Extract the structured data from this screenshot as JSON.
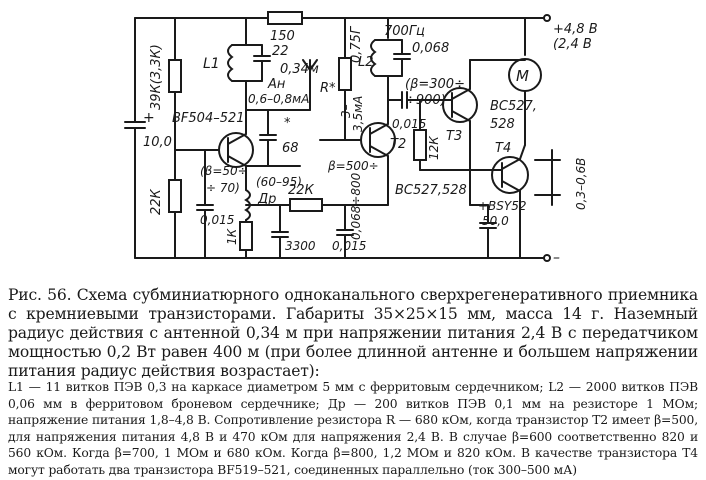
{
  "figure": {
    "labels": {
      "l1": "L1",
      "c22": "22",
      "r150": "150",
      "c700": "700Гц",
      "c0068": "0,068",
      "vplus": "+4,8 В",
      "vplus2": "(2,4 В",
      "ant": "0,34м",
      "an": "Ан",
      "rstar": "R*",
      "r075": "0,75Г",
      "l2": "L2",
      "beta300": "(β=300÷",
      "beta900": "÷900)",
      "r39": "39К(3,3К)",
      "cur1": "0,6–0,8мА",
      "cur2": "3–",
      "cur3": "3,5мА",
      "t1": "BF504–521",
      "c68": "68",
      "star": "*",
      "c0015a": "0,015",
      "bc527": "BC527,",
      "n528": "528",
      "t3": "T3",
      "r12k": "12К",
      "t2": "T2",
      "beta500": "β=500÷",
      "n800": "0,068÷800",
      "t4": "T4",
      "v06": "0,3–0,6В",
      "c100": "10,0",
      "plus": "+",
      "beta50": "(β=50÷",
      "beta70": "÷ 70)",
      "b6095": "(60–95)",
      "dr": "Др",
      "r22k": "22К",
      "r22k2": "22К",
      "c0015b": "0,015",
      "bc2": "BC527,528",
      "bsy": "+BSY52",
      "c50": "50,0",
      "r1k": "1К",
      "c3300": "3300",
      "c0015c": "0,015",
      "minus": "–",
      "motor": "M"
    }
  },
  "caption": {
    "main": "Рис. 56. Схема субминиатюрного одноканального сверхрегенеративного приемника с кремниевыми транзисторами. Габариты 35×25×15 мм, масса 14 г. Наземный радиус действия с антенной 0,34 м при напряжении питания 2,4 В с передатчиком мощностью 0,2 Вт равен 400 м (при более длинной антенне и большем напряжении питания радиус действия возрастает):",
    "notes": "L1 — 11 витков ПЭВ 0,3 на каркасе диаметром 5 мм с ферритовым сердечником; L2 — 2000 витков ПЭВ 0,06 мм в ферритовом броневом сердечнике; Др — 200 витков ПЭВ 0,1 мм на резисторе 1 МОм; напряжение питания 1,8–4,8 В. Сопротивление резистора R — 680 кОм, когда транзистор T2 имеет β=500, для напряжения питания 4,8 В и 470 кОм для напряжения 2,4 В. В случае β=600 соответственно 820 и 560 кОм. Когда β=700, 1 МОм и 680 кОм. Когда β=800, 1,2 МОм и 820 кОм. В качестве транзистора T4 могут работать два транзистора BF519–521, соединенных параллельно (ток 300–500 мА)"
  }
}
